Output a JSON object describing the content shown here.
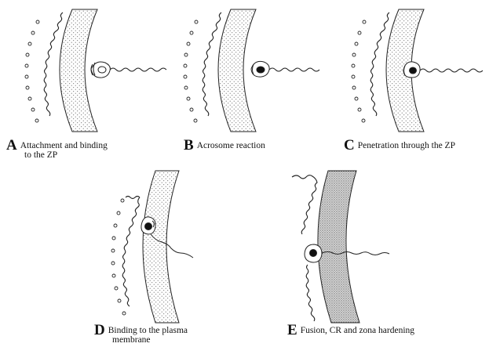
{
  "panels": [
    {
      "id": "A",
      "caption_line1": "Attachment and binding",
      "caption_line2": "to the ZP"
    },
    {
      "id": "B",
      "caption_line1": "Acrosome reaction",
      "caption_line2": ""
    },
    {
      "id": "C",
      "caption_line1": "Penetration through the ZP",
      "caption_line2": ""
    },
    {
      "id": "D",
      "caption_line1": "Binding to the plasma",
      "caption_line2": "membrane"
    },
    {
      "id": "E",
      "caption_line1": "Fusion, CR and zona hardening",
      "caption_line2": ""
    }
  ]
}
